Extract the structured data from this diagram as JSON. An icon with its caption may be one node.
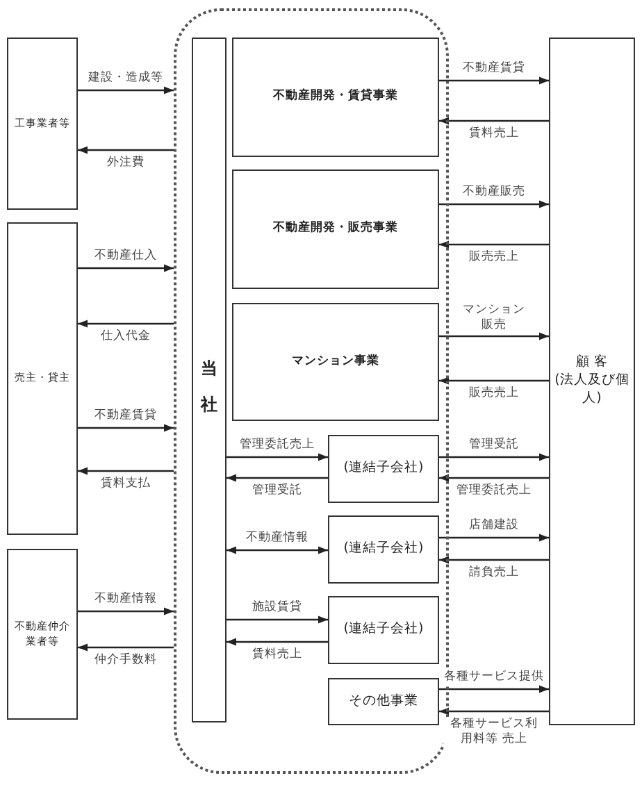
{
  "diagram": {
    "nodes": [
      {
        "text": [
          "工事業者等"
        ]
      },
      {
        "text": [
          "売主・貸主"
        ]
      },
      {
        "text": [
          "不動産仲介業者等"
        ]
      },
      {
        "text": [],
        "shape": "box"
      },
      {
        "text": [
          "当社"
        ],
        "in": 3
      },
      {
        "text": [
          "不動産開発・賃貸事業"
        ],
        "in": 3
      },
      {
        "text": [
          "不動産開発・販売事業"
        ],
        "in": 3
      },
      {
        "text": [
          "マンション事業"
        ],
        "in": 3
      },
      {
        "text": [
          "(連結子会社)"
        ],
        "in": 3
      },
      {
        "text": [
          "(連結子会社)"
        ],
        "in": 3
      },
      {
        "text": [
          "(連結子会社)"
        ],
        "in": 3
      },
      {
        "text": [
          "その他事業"
        ],
        "in": 3
      },
      {
        "text": [
          "顧 客",
          "(法人及び個人)"
        ]
      }
    ],
    "edges": [
      {
        "from": 0,
        "to": 3,
        "arrow": "to",
        "label": "建設・造成等"
      },
      {
        "from": 3,
        "to": 0,
        "arrow": "to",
        "label": "外注費"
      },
      {
        "from": 1,
        "to": 3,
        "arrow": "to",
        "label": "不動産仕入"
      },
      {
        "from": 3,
        "to": 1,
        "arrow": "to",
        "label": "仕入代金"
      },
      {
        "from": 1,
        "to": 3,
        "arrow": "to",
        "label": "不動産賃貸"
      },
      {
        "from": 3,
        "to": 1,
        "arrow": "to",
        "label": "賃料支払"
      },
      {
        "from": 2,
        "to": 3,
        "arrow": "to",
        "label": "不動産情報"
      },
      {
        "from": 3,
        "to": 2,
        "arrow": "to",
        "label": "仲介手数料"
      },
      {
        "from": 5,
        "to": 12,
        "arrow": "to",
        "label": "不動産賃貸"
      },
      {
        "from": 12,
        "to": 5,
        "arrow": "to",
        "label": "賃料売上"
      },
      {
        "from": 6,
        "to": 12,
        "arrow": "to",
        "label": "不動産販売"
      },
      {
        "from": 12,
        "to": 6,
        "arrow": "to",
        "label": "販売売上"
      },
      {
        "from": 7,
        "to": 12,
        "arrow": "to",
        "label": "マンション販売"
      },
      {
        "from": 12,
        "to": 7,
        "arrow": "to",
        "label": "販売売上"
      },
      {
        "from": 4,
        "to": 8,
        "arrow": "to",
        "label": "管理委託売上"
      },
      {
        "from": 8,
        "to": 4,
        "arrow": "to",
        "label": "管理受託"
      },
      {
        "from": 8,
        "to": 12,
        "arrow": "to",
        "label": "管理受託"
      },
      {
        "from": 12,
        "to": 8,
        "arrow": "to",
        "label": "管理委託売上"
      },
      {
        "from": 4,
        "to": 9,
        "arrow": "both",
        "label": "不動産情報"
      },
      {
        "from": 9,
        "to": 12,
        "arrow": "to",
        "label": "店舗建設"
      },
      {
        "from": 12,
        "to": 9,
        "arrow": "to",
        "label": "請負売上"
      },
      {
        "from": 4,
        "to": 10,
        "arrow": "to",
        "label": "施設賃貸"
      },
      {
        "from": 10,
        "to": 4,
        "arrow": "to",
        "label": "賃料売上"
      },
      {
        "from": 11,
        "to": 12,
        "arrow": "to",
        "label": "各種サービス提供"
      },
      {
        "from": 12,
        "to": 11,
        "arrow": "to",
        "label": "各種サービス利用料等 売上"
      }
    ]
  }
}
